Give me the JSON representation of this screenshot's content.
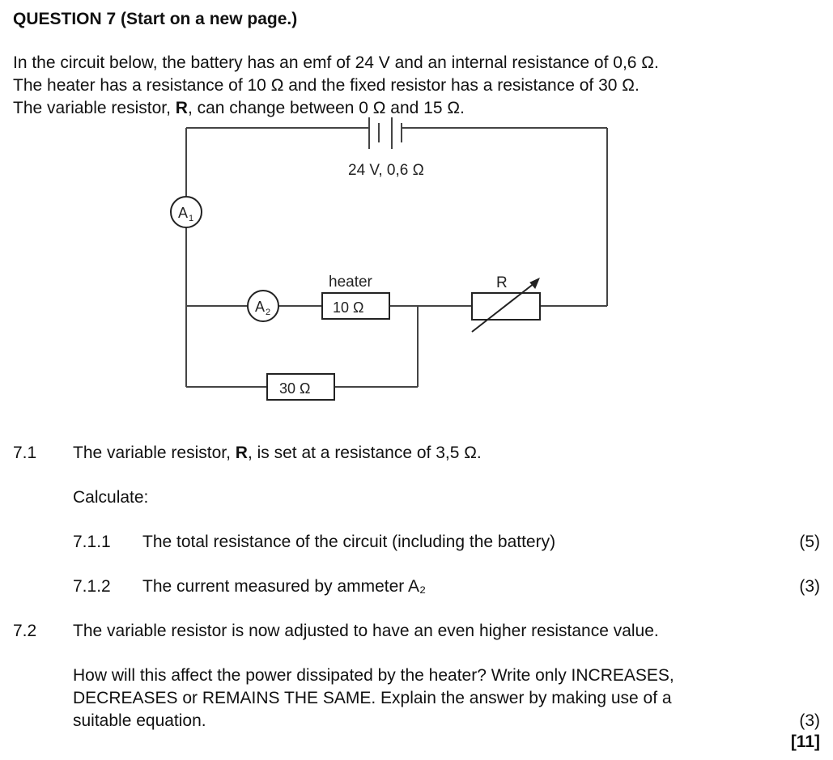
{
  "title": "QUESTION 7 (Start on a new page.)",
  "intro": {
    "line1": "In the circuit below, the battery has an emf of 24 V and an internal resistance of 0,6 Ω.",
    "line2": "The heater has a resistance of 10 Ω and the fixed resistor has a resistance of 30 Ω.",
    "line3_pre": "The variable resistor, ",
    "line3_bold": "R",
    "line3_post": ", can change between 0 Ω and 15 Ω."
  },
  "circuit": {
    "battery_label": "24 V,  0,6 Ω",
    "ammeter1_letter": "A",
    "ammeter1_sub": "1",
    "ammeter2_letter": "A",
    "ammeter2_sub": "2",
    "heater_label": "heater",
    "heater_value": "10 Ω",
    "variable_label": "R",
    "fixed_value": "30 Ω"
  },
  "q7_1": {
    "number": "7.1",
    "text_pre": "The variable resistor, ",
    "text_bold": "R",
    "text_post": ", is set at a resistance of 3,5 Ω.",
    "calculate": "Calculate:",
    "sub": [
      {
        "number": "7.1.1",
        "text": "The total resistance of the circuit (including the battery)",
        "marks": "(5)"
      },
      {
        "number": "7.1.2",
        "text": "The current measured by ammeter A₂",
        "marks": "(3)"
      }
    ]
  },
  "q7_2": {
    "number": "7.2",
    "text": "The variable resistor is now adjusted to have an even higher resistance value.",
    "para_line1": "How will this affect the power dissipated by the heater? Write only INCREASES,",
    "para_line2": "DECREASES or REMAINS THE SAME. Explain the answer by making use of a",
    "para_line3": "suitable equation.",
    "marks": "(3)"
  },
  "total_marks": "[11]"
}
